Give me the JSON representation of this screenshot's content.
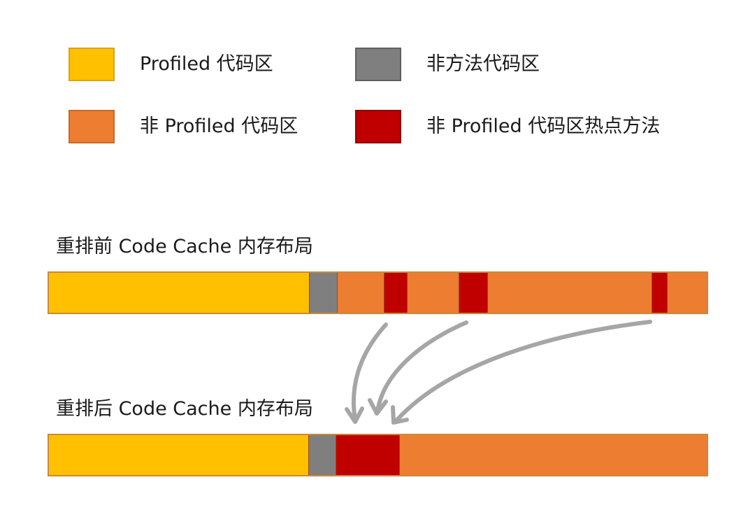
{
  "colors": {
    "profiled": "#FFC000",
    "non_method": "#7F7F7F",
    "non_profiled": "#ED7D31",
    "hot_method": "#C00000"
  },
  "legend": [
    {
      "key": "profiled",
      "label": "Profiled 代码区"
    },
    {
      "key": "non_method",
      "label": "非方法代码区"
    },
    {
      "key": "non_profiled",
      "label": "非 Profiled 代码区"
    },
    {
      "key": "hot_method",
      "label": "非 Profiled 代码区热点方法"
    }
  ],
  "before": {
    "title": "重排前 Code Cache 内存布局",
    "segments": [
      {
        "key": "profiled",
        "start": 0.0,
        "end": 0.396
      },
      {
        "key": "non_method",
        "start": 0.396,
        "end": 0.439
      },
      {
        "key": "non_profiled",
        "start": 0.439,
        "end": 0.51
      },
      {
        "key": "hot_method",
        "start": 0.51,
        "end": 0.545
      },
      {
        "key": "non_profiled",
        "start": 0.545,
        "end": 0.624
      },
      {
        "key": "hot_method",
        "start": 0.624,
        "end": 0.667
      },
      {
        "key": "non_profiled",
        "start": 0.667,
        "end": 0.917
      },
      {
        "key": "hot_method",
        "start": 0.917,
        "end": 0.941
      },
      {
        "key": "non_profiled",
        "start": 0.941,
        "end": 1.0
      }
    ]
  },
  "after": {
    "title": "重排后 Code Cache 内存布局",
    "segments": [
      {
        "key": "profiled",
        "start": 0.0,
        "end": 0.395
      },
      {
        "key": "non_method",
        "start": 0.395,
        "end": 0.437
      },
      {
        "key": "hot_method",
        "start": 0.437,
        "end": 0.534
      },
      {
        "key": "non_profiled",
        "start": 0.534,
        "end": 1.0
      }
    ]
  }
}
